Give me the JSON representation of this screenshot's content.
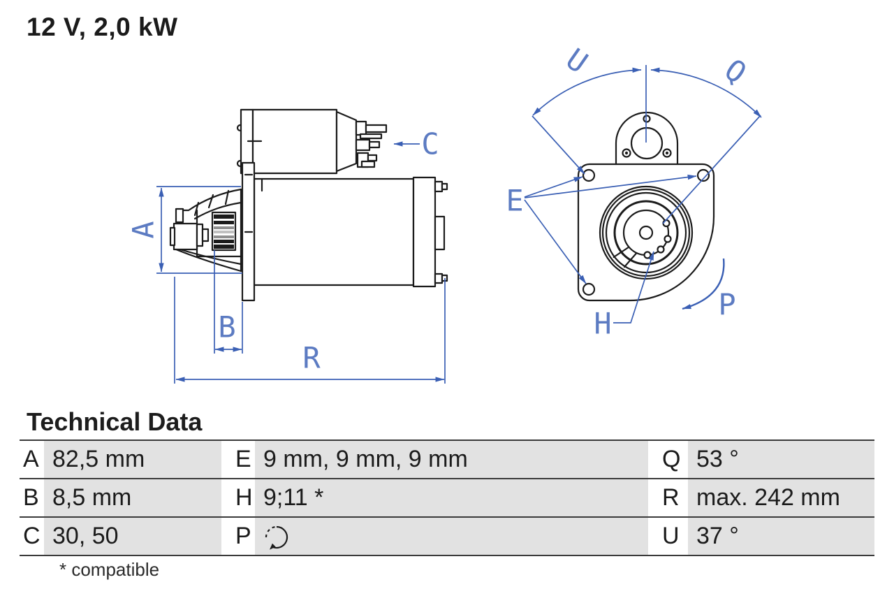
{
  "header": {
    "title": "12 V, 2,0 kW"
  },
  "drawing": {
    "views": [
      "starter-motor-side-view",
      "starter-motor-front-view"
    ],
    "labels": {
      "A": "A",
      "B": "B",
      "C": "C",
      "R": "R",
      "E": "E",
      "H": "H",
      "P": "P",
      "U": "U",
      "Q": "Q"
    },
    "line_color": "#1b1b1b",
    "dimension_color": "#3a5fb4",
    "label_color": "#5c7bc2"
  },
  "table": {
    "heading": "Technical Data",
    "cell_gray": "#e2e2e2",
    "rows": [
      {
        "c1": {
          "key": "A",
          "value": "82,5 mm"
        },
        "c2": {
          "key": "E",
          "value": "9 mm, 9 mm, 9 mm"
        },
        "c3": {
          "key": "Q",
          "value": "53 °"
        }
      },
      {
        "c1": {
          "key": "B",
          "value": "8,5 mm"
        },
        "c2": {
          "key": "H",
          "value": "9;11 *"
        },
        "c3": {
          "key": "R",
          "value": "max. 242 mm"
        }
      },
      {
        "c1": {
          "key": "C",
          "value": "30, 50"
        },
        "c2": {
          "key": "P",
          "value_icon": "counterclockwise-rotation"
        },
        "c3": {
          "key": "U",
          "value": "37 °"
        }
      }
    ],
    "footnote": "* compatible"
  }
}
